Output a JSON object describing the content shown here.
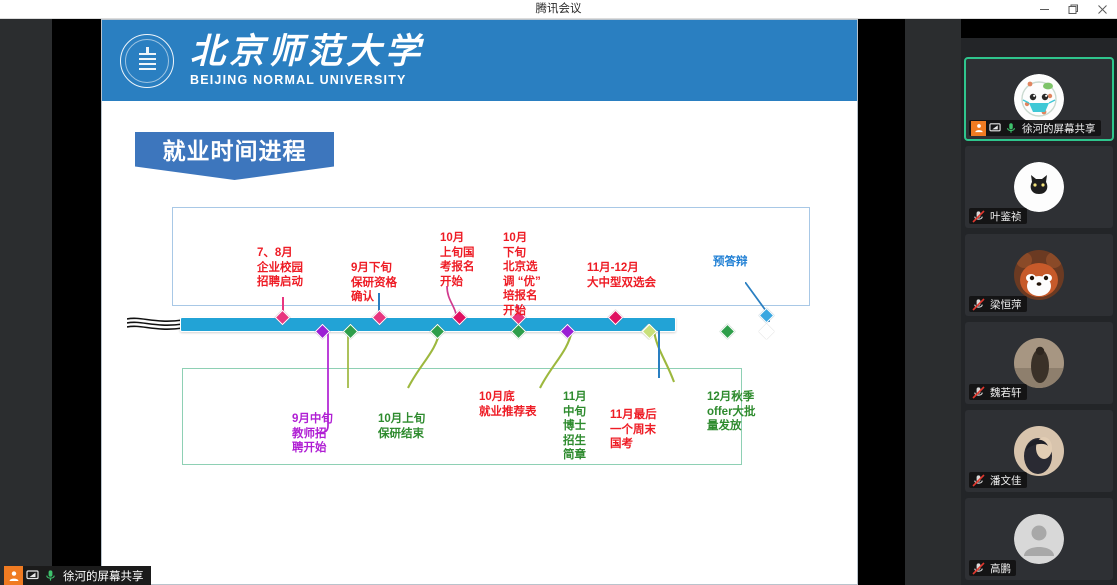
{
  "window": {
    "title": "腾讯会议",
    "minimize_label": "minimize",
    "maximize_label": "restore",
    "close_label": "close"
  },
  "slide": {
    "university_cn": "北京师范大学",
    "university_en": "BEIJING NORMAL UNIVERSITY",
    "seal_text": "BEIJING NORMAL UNIVERSITY 1902",
    "title": "就业时间进程",
    "colors": {
      "header_blue": "#2a7fc1",
      "banner_blue": "#3d76bd",
      "rail_blue": "#22a3d6",
      "upper_box_border": "#a8c8e6",
      "lower_box_border": "#8ed0b4",
      "red": "#ee1c25",
      "purple": "#b01fd4",
      "green": "#2e8b2e",
      "blue": "#1f7fd4"
    },
    "events_above": [
      {
        "text": "7、8月\n企业校园\n招聘启动",
        "color": "#ee1c25"
      },
      {
        "text": "9月下旬\n保研资格\n确认",
        "color": "#ee1c25"
      },
      {
        "text": "10月\n上旬国\n考报名\n开始",
        "color": "#ee1c25"
      },
      {
        "text": "10月\n下旬\n北京选\n调 “优”\n培报名\n开始",
        "color": "#ee1c25"
      },
      {
        "text": "11月-12月\n大中型双选会",
        "color": "#ee1c25"
      },
      {
        "text": "预答辩",
        "color": "#1f7fd4"
      }
    ],
    "events_below": [
      {
        "text": "9月中旬\n教师招\n聘开始",
        "color": "#b01fd4"
      },
      {
        "text": "10月上旬\n保研结束",
        "color": "#2e8b2e"
      },
      {
        "text": "10月底\n就业推荐表",
        "color": "#ee1c25"
      },
      {
        "text": "11月\n中旬\n博士\n招生\n简章",
        "color": "#2e8b2e"
      },
      {
        "text": "11月最后\n一个周末\n国考",
        "color": "#ee1c25"
      },
      {
        "text": "12月秋季\noffer大批\n量发放",
        "color": "#2e8b2e"
      }
    ]
  },
  "presenter_pill": {
    "name": "徐河的屏幕共享",
    "person_icon": "person-icon",
    "share_icon": "screen-share-icon",
    "mic_icon": "microphone-icon"
  },
  "participants": [
    {
      "name": "徐河的屏幕共享",
      "active": true,
      "muted": false,
      "avatar": "cartoon-mask-avatar",
      "icons": [
        "person-icon",
        "screen-share-icon",
        "microphone-icon"
      ]
    },
    {
      "name": "叶鉴祯",
      "active": false,
      "muted": true,
      "avatar": "black-cat-avatar",
      "icons": [
        "microphone-muted-icon"
      ]
    },
    {
      "name": "梁恒萍",
      "active": false,
      "muted": true,
      "avatar": "red-panda-avatar",
      "icons": [
        "microphone-muted-icon"
      ]
    },
    {
      "name": "魏若轩",
      "active": false,
      "muted": true,
      "avatar": "person-photo-avatar",
      "icons": [
        "microphone-muted-icon"
      ]
    },
    {
      "name": "潘文佳",
      "active": false,
      "muted": true,
      "avatar": "portrait-avatar",
      "icons": [
        "microphone-muted-icon"
      ]
    },
    {
      "name": "高鹏",
      "active": false,
      "muted": true,
      "avatar": "default-user-avatar",
      "icons": [
        "microphone-muted-icon"
      ]
    }
  ]
}
